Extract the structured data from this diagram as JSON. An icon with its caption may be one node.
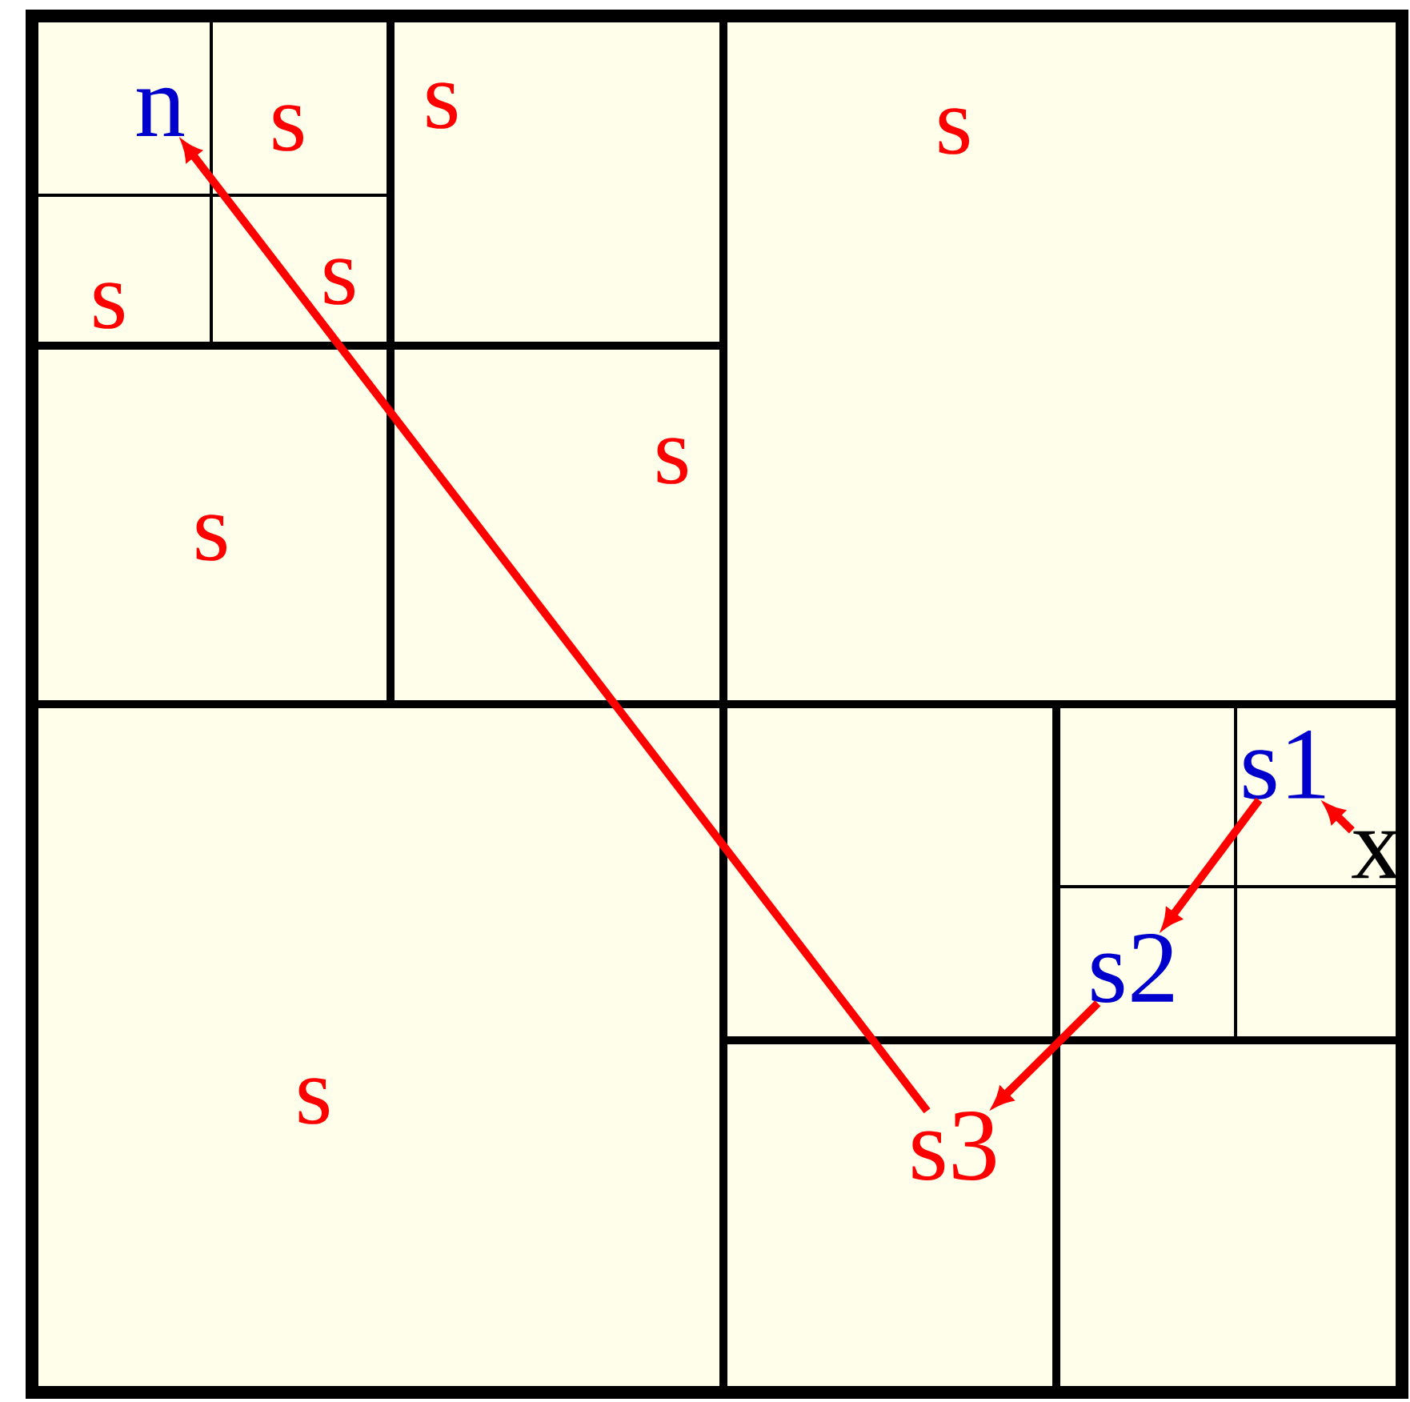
{
  "diagram": {
    "nodes": [
      {
        "text": [
          "n"
        ]
      },
      {
        "text": [
          "s1"
        ]
      },
      {
        "text": [
          "x"
        ]
      },
      {
        "text": [
          "s2"
        ]
      },
      {
        "text": [
          "s3"
        ]
      }
    ],
    "edges": [
      {
        "from": 2,
        "to": 1,
        "arrow": "to"
      },
      {
        "from": 1,
        "to": 3,
        "arrow": "to"
      },
      {
        "from": 3,
        "to": 4,
        "arrow": "to"
      },
      {
        "from": 4,
        "to": 0,
        "arrow": "to"
      }
    ],
    "labels": [
      "s",
      "s",
      "s",
      "s",
      "s",
      "s",
      "s",
      "s"
    ]
  }
}
